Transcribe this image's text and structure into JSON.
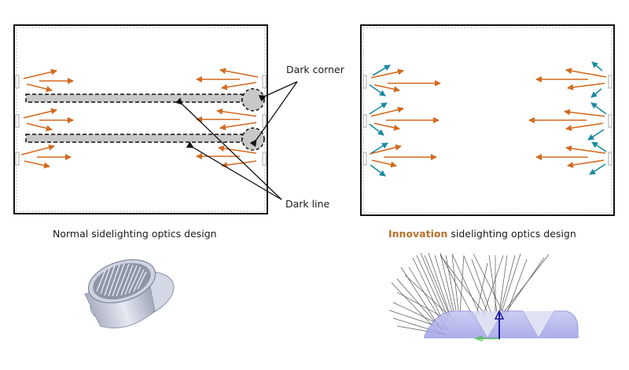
{
  "left_panel": {
    "title": "Normal sidelighting optics design",
    "annotations": {
      "dark_corner": "Dark corner",
      "dark_line": "Dark line"
    }
  },
  "right_panel": {
    "title_accent": "Innovation",
    "title_rest": " sidelighting optics design"
  },
  "colors": {
    "ray_primary": "#d2691e",
    "ray_secondary": "#1b8aa0",
    "frame": "#111111",
    "shadow_fill": "#c8c8c8",
    "accent_text": "#b5702a",
    "lens_body": "#b8c0d8",
    "optic_body": "#a7a9e8"
  },
  "illustrations": {
    "left": "single-lens-optic",
    "right": "raytrace-multi-lens-optic"
  }
}
